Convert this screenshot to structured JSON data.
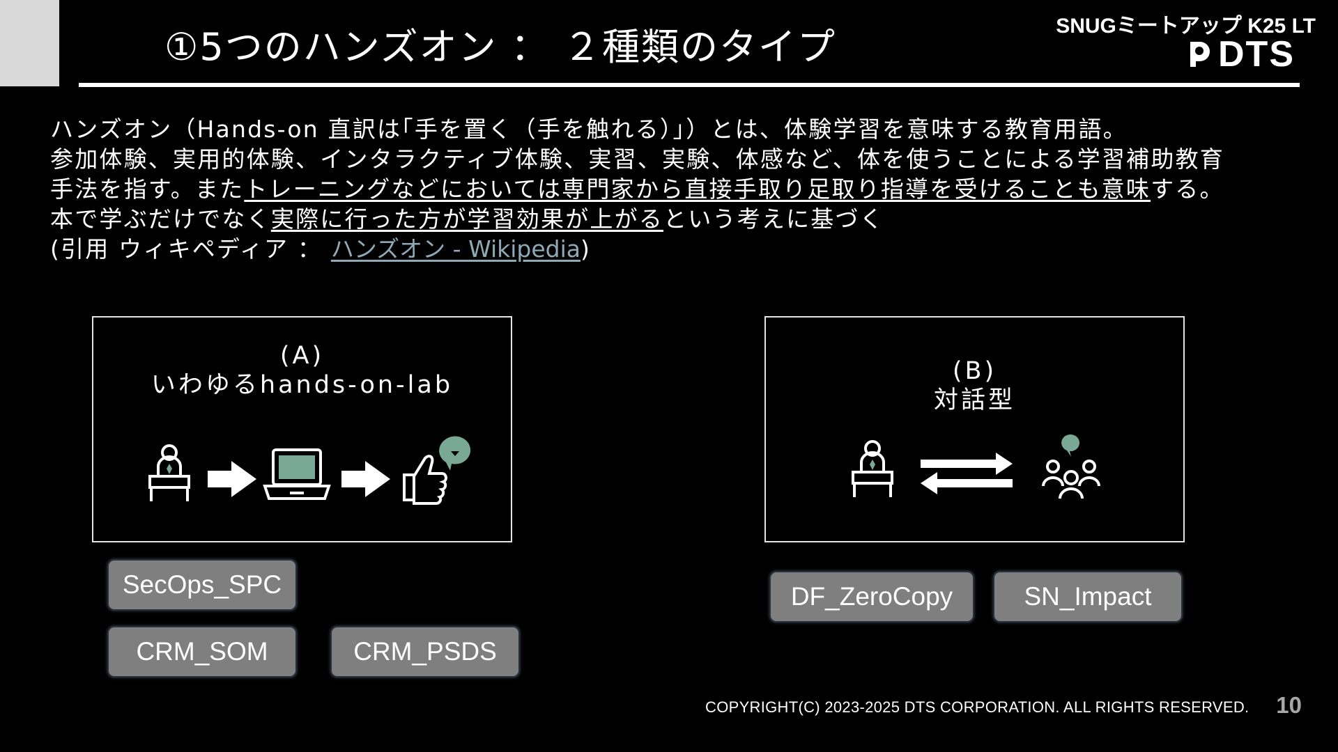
{
  "header": {
    "title": "①5つのハンズオン ： ２種類のタイプ",
    "event_label": "SNUGミートアップ K25 LT",
    "logo_text": "DTS"
  },
  "body": {
    "line1": "ハンズオン（Hands-on 直訳は｢手を置く（手を触れる）｣）とは、体験学習を意味する教育用語。",
    "line2": "参加体験、実用的体験、インタラクティブ体験、実習、実験、体感など、体を使うことによる学習補助教育",
    "line3_a": "手法を指す。また",
    "line3_b": "トレーニングなどにおいては専門家から直接手取り足取り指導を受けることも意味",
    "line3_c": "する。",
    "line4_a": "本で学ぶだけでなく",
    "line4_b": "実際に行った方が学習効果が上がる",
    "line4_c": "という考えに基づく",
    "cite_prefix": "(引用 ウィキペディア ： ",
    "cite_link": "ハンズオン - Wikipedia",
    "cite_suffix": ")"
  },
  "panel_a": {
    "label": "(A)",
    "subtitle": "いわゆるhands-on-lab",
    "icons": [
      "presenter-icon",
      "arrow-right-icon",
      "laptop-icon",
      "arrow-right-icon",
      "thumbs-up-icon"
    ]
  },
  "panel_b": {
    "label": "(B)",
    "subtitle": "対話型",
    "icons": [
      "presenter-icon",
      "exchange-arrows-icon",
      "audience-icon"
    ]
  },
  "tags": {
    "secops_spc": "SecOps_SPC",
    "crm_som": "CRM_SOM",
    "crm_psds": "CRM_PSDS",
    "df_zerocopy": "DF_ZeroCopy",
    "sn_impact": "SN_Impact"
  },
  "footer": {
    "copyright": "COPYRIGHT(C) 2023-2025 DTS CORPORATION. ALL RIGHTS RESERVED.",
    "page": "10"
  },
  "colors": {
    "background": "#000000",
    "accent": "#79a897",
    "tag_fill": "#7f7f7f",
    "link": "#8fa9b6",
    "page_number": "#a6a6a6"
  }
}
